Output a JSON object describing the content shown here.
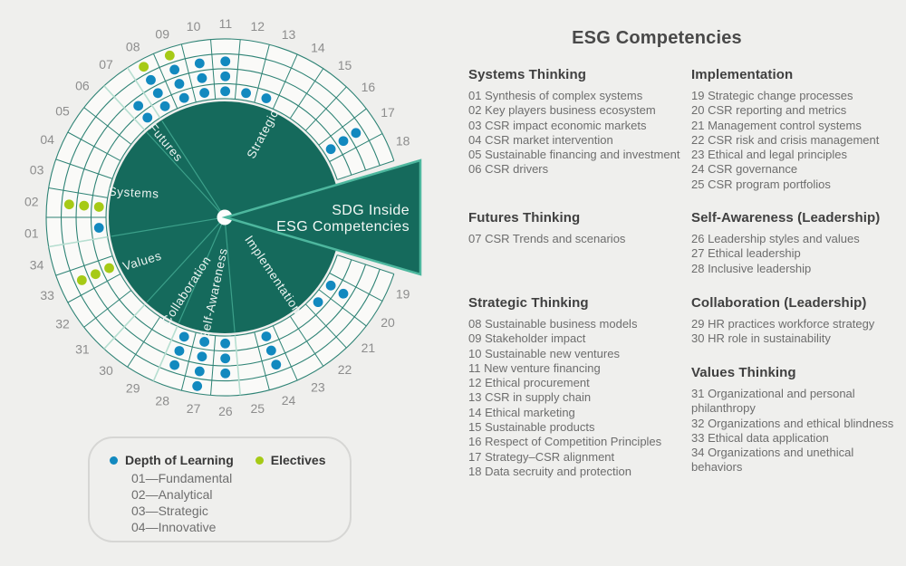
{
  "title": "ESG Competencies",
  "colors": {
    "background": "#efefed",
    "dark_teal": "#156a5c",
    "accent_green": "#4db79e",
    "grid_teal": "#2e8375",
    "pale_boundary": "#b7dfd1",
    "cell_bg": "#fafaf8",
    "depth_dot": "#1289bf",
    "elective_dot": "#a6ca16",
    "number_gray": "#8d8d8d",
    "sector_text": "#ecf4f1",
    "arrow_text": "#f2f8f5",
    "center_dot": "#fdfdfc"
  },
  "wheel": {
    "arrow": {
      "line1": "SDG Inside",
      "line2": "ESG Competencies"
    },
    "sectors": [
      "Futures",
      "Systems",
      "Values",
      "Collaboration",
      "Self-Awareness",
      "Implementation",
      "Strategic"
    ],
    "numbers": [
      "01",
      "02",
      "03",
      "04",
      "05",
      "06",
      "07",
      "08",
      "09",
      "10",
      "11",
      "12",
      "13",
      "14",
      "15",
      "16",
      "17",
      "18",
      "19",
      "20",
      "21",
      "22",
      "23",
      "24",
      "25",
      "26",
      "27",
      "28",
      "29",
      "30",
      "31",
      "32",
      "33",
      "34"
    ],
    "dots": [
      {
        "cell": 1,
        "depth": [
          1
        ],
        "elective": []
      },
      {
        "cell": 2,
        "depth": [],
        "elective": [
          1,
          2,
          3
        ]
      },
      {
        "cell": 7,
        "depth": [
          1,
          2
        ],
        "elective": []
      },
      {
        "cell": 8,
        "depth": [
          1,
          2,
          3
        ],
        "elective": [
          4
        ]
      },
      {
        "cell": 9,
        "depth": [
          1,
          2,
          3
        ],
        "elective": [
          4
        ]
      },
      {
        "cell": 10,
        "depth": [
          1,
          2,
          3
        ],
        "elective": []
      },
      {
        "cell": 11,
        "depth": [
          1,
          2,
          3
        ],
        "elective": []
      },
      {
        "cell": 12,
        "depth": [
          1
        ],
        "elective": []
      },
      {
        "cell": 13,
        "depth": [
          1
        ],
        "elective": []
      },
      {
        "cell": 17,
        "depth": [
          1,
          2,
          3
        ],
        "elective": []
      },
      {
        "cell": 20,
        "depth": [
          1,
          2
        ],
        "elective": []
      },
      {
        "cell": 21,
        "depth": [
          1
        ],
        "elective": []
      },
      {
        "cell": 24,
        "depth": [
          1,
          2,
          3
        ],
        "elective": []
      },
      {
        "cell": 26,
        "depth": [
          1,
          2,
          3
        ],
        "elective": []
      },
      {
        "cell": 27,
        "depth": [
          1,
          2,
          3,
          4
        ],
        "elective": []
      },
      {
        "cell": 28,
        "depth": [
          1,
          2,
          3
        ],
        "elective": []
      },
      {
        "cell": 33,
        "depth": [],
        "elective": [
          1,
          2,
          3
        ]
      }
    ],
    "legend": {
      "depth_title": "Depth of Learning",
      "electives_title": "Electives",
      "levels": [
        "01—Fundamental",
        "02—Analytical",
        "03—Strategic",
        "04—Innovative"
      ]
    }
  },
  "panel": {
    "columns": [
      {
        "sections": [
          {
            "title": "Systems Thinking",
            "items": [
              "01 Synthesis of complex systems",
              "02 Key players business ecosystem",
              "03 CSR impact economic markets",
              "04 CSR market intervention",
              "05 Sustainable financing and investment",
              "06 CSR drivers"
            ]
          },
          {
            "title": "Futures Thinking",
            "items": [
              "07 CSR Trends and scenarios"
            ]
          },
          {
            "title": "Strategic Thinking",
            "items": [
              "08 Sustainable business models",
              "09 Stakeholder impact",
              "10 Sustainable new ventures",
              "11 New venture financing",
              "12 Ethical procurement",
              "13 CSR in supply chain",
              "14 Ethical marketing",
              "15 Sustainable products",
              "16 Respect of Competition Principles",
              "17 Strategy–CSR alignment",
              "18 Data secruity and protection"
            ]
          }
        ]
      },
      {
        "sections": [
          {
            "title": "Implementation",
            "items": [
              "19 Strategic change processes",
              "20 CSR reporting and metrics",
              "21 Management control systems",
              "22 CSR risk and crisis management",
              "23 Ethical and legal principles",
              "24 CSR governance",
              "25 CSR program portfolios"
            ]
          },
          {
            "title": "Self-Awareness (Leadership)",
            "items": [
              "26 Leadership styles and values",
              "27 Ethical leadership",
              "28 Inclusive leadership"
            ]
          },
          {
            "title": "Collaboration (Leadership)",
            "items": [
              "29 HR practices workforce strategy",
              "30 HR role in sustainability"
            ]
          },
          {
            "title": "Values Thinking",
            "items": [
              "31 Organizational and personal philanthropy",
              "32 Organizations and ethical blindness",
              "33 Ethical data application",
              "34 Organizations and unethical behaviors"
            ]
          }
        ]
      }
    ]
  }
}
